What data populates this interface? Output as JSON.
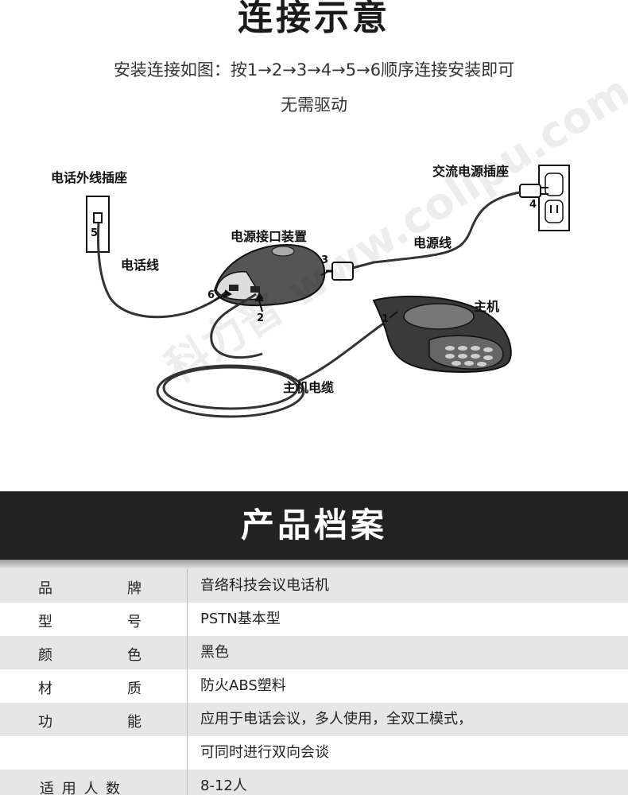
{
  "header": {
    "title": "连接示意",
    "instruction": "安装连接如图：按1→2→3→4→5→6顺序连接安装即可",
    "note": "无需驱动"
  },
  "diagram": {
    "labels": {
      "phone_jack": "电话外线插座",
      "power_outlet": "交流电源插座",
      "power_interface": "电源接口装置",
      "power_cord": "电源线",
      "phone_line": "电话线",
      "main_unit": "主机",
      "main_cable": "主机电缆"
    },
    "numbers": [
      "1",
      "2",
      "3",
      "4",
      "5",
      "6"
    ]
  },
  "watermark": "科力普 www.colipu.com",
  "section": {
    "title": "产品档案"
  },
  "specs": [
    {
      "k1": "品",
      "k2": "牌",
      "value": "音络科技会议电话机",
      "shade": true
    },
    {
      "k1": "型",
      "k2": "号",
      "value": "PSTN基本型",
      "shade": false
    },
    {
      "k1": "颜",
      "k2": "色",
      "value": "黑色",
      "shade": true
    },
    {
      "k1": "材",
      "k2": "质",
      "value": "防火ABS塑料",
      "shade": false
    },
    {
      "k1": "功",
      "k2": "能",
      "value": "应用于电话会议，多人使用，全双工模式，",
      "shade": true
    },
    {
      "k1": "",
      "k2": "",
      "value": "可同时进行双向会谈",
      "shade": false
    },
    {
      "k1": "适 用 人 数",
      "k2": "",
      "value": "8-12人",
      "shade": true
    }
  ]
}
